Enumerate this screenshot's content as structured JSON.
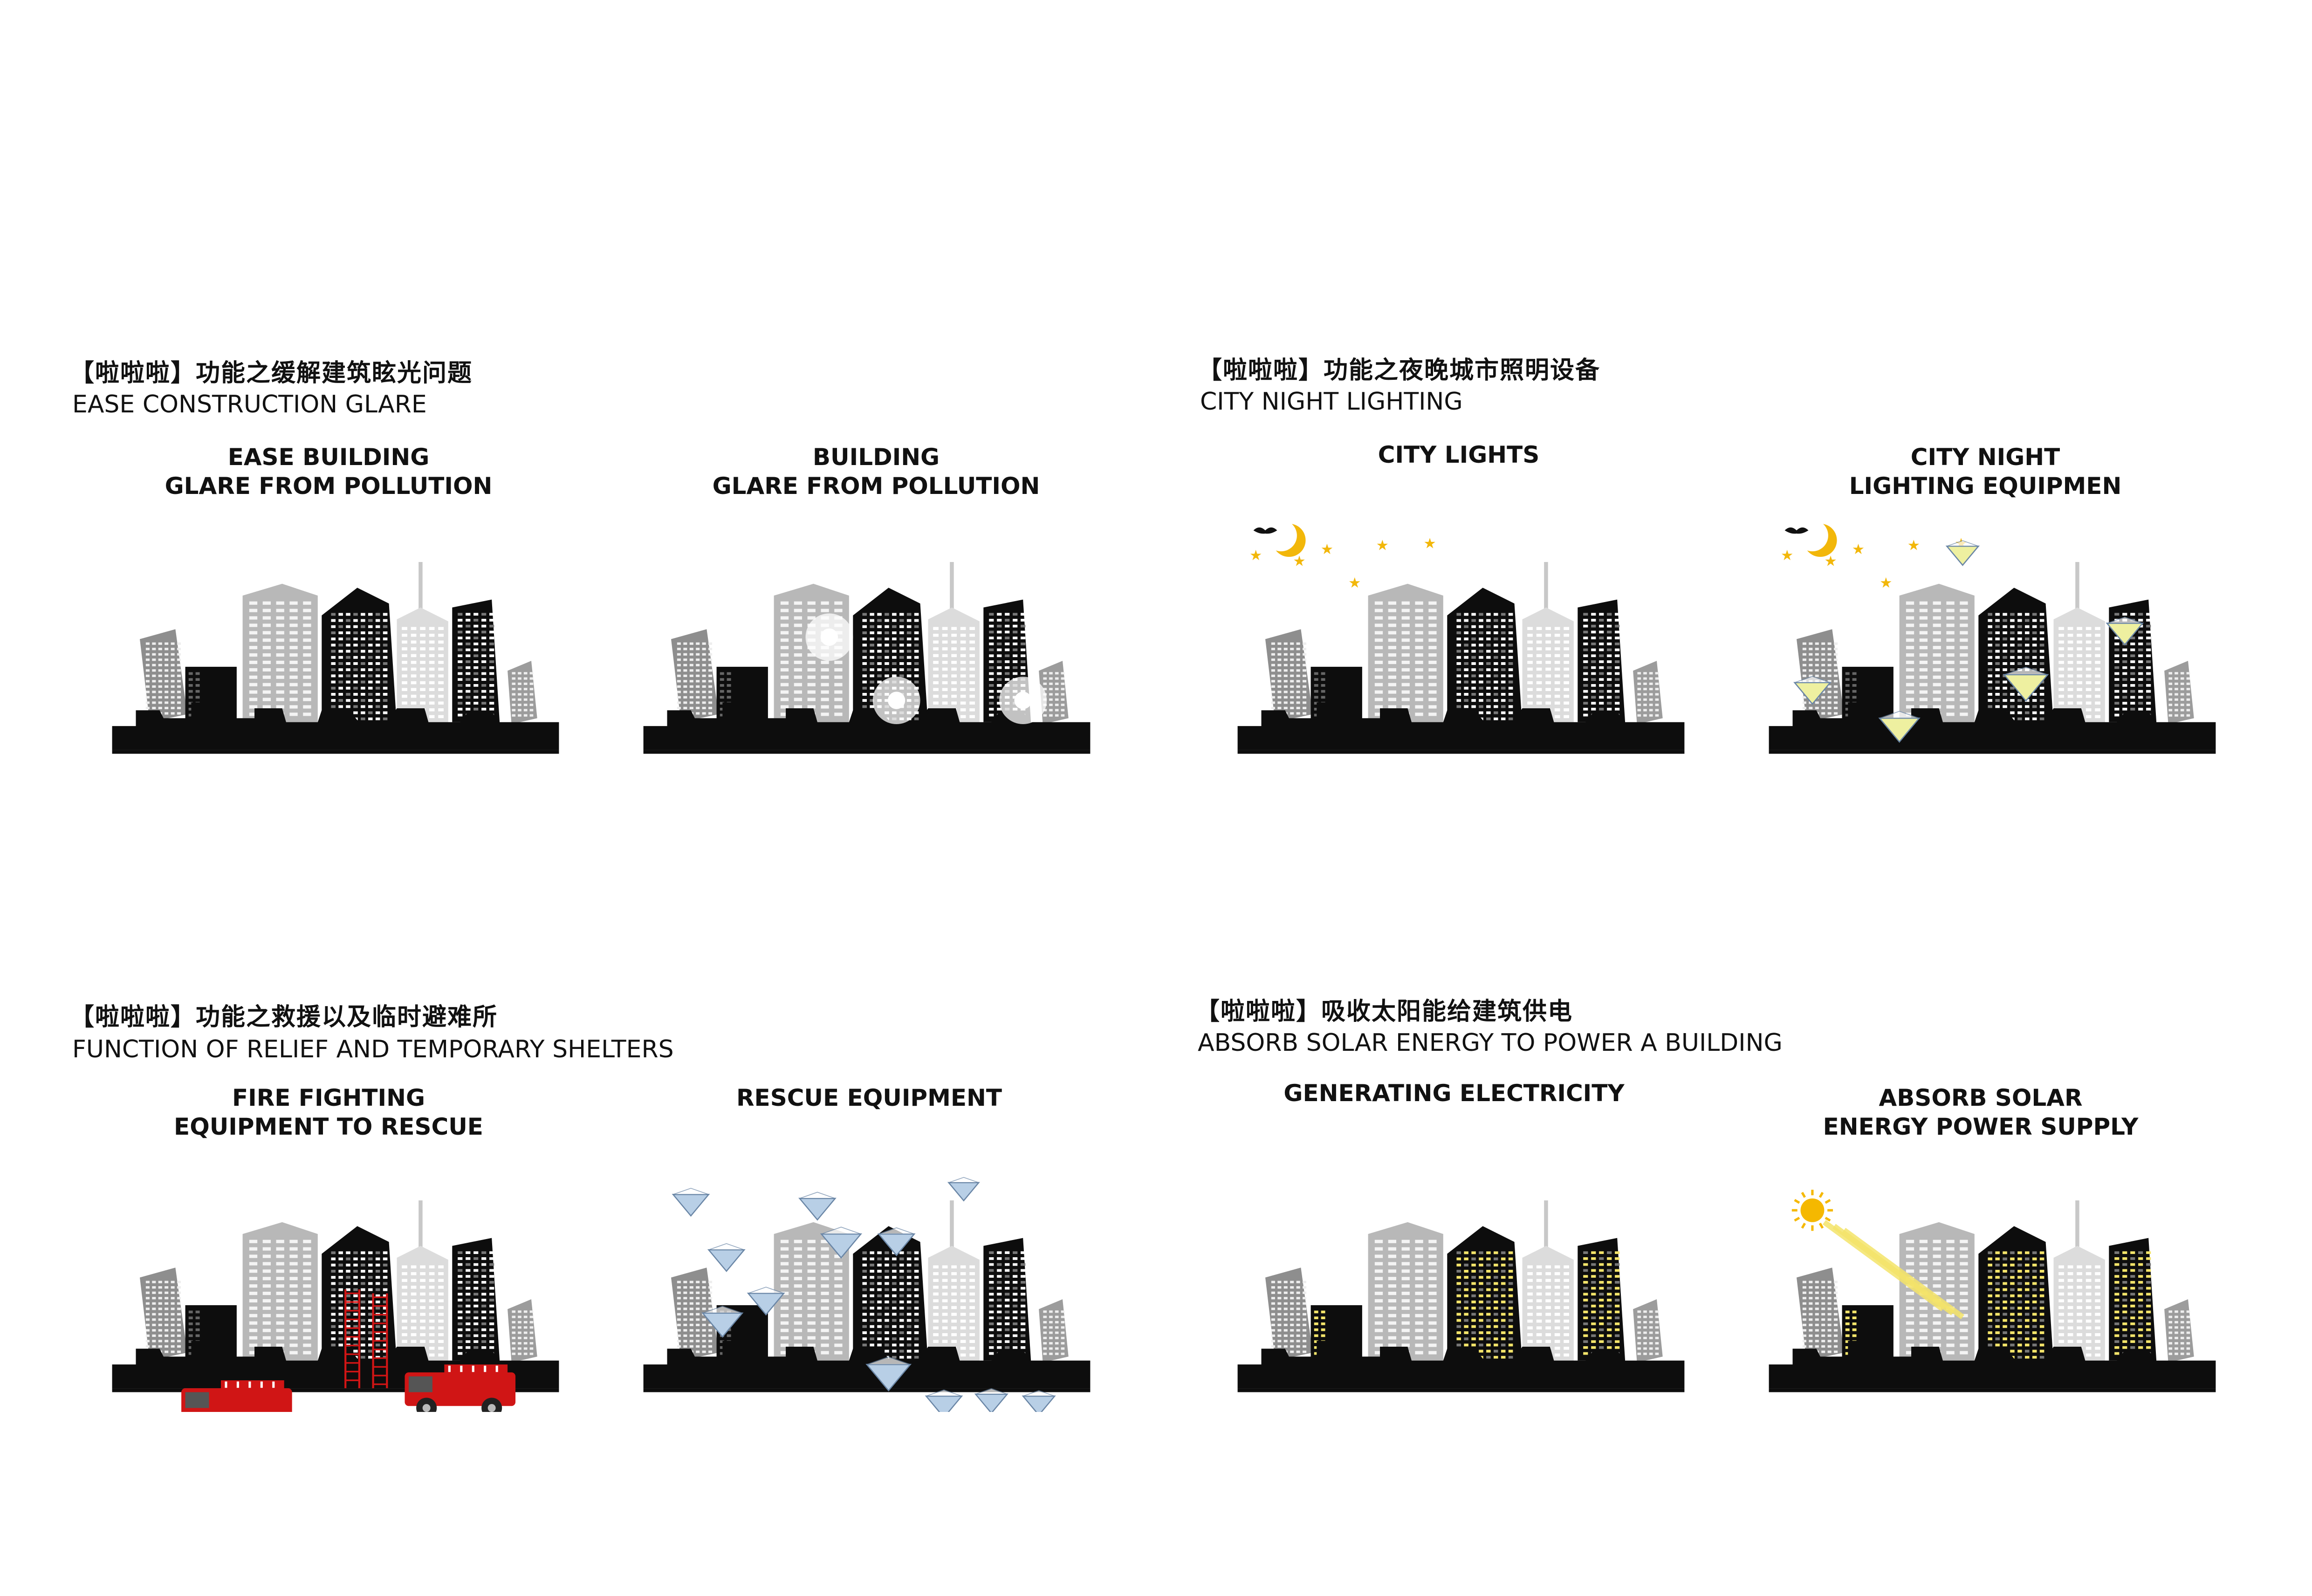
{
  "sections": {
    "glare": {
      "title_cn": "【啦啦啦】功能之缓解建筑眩光问题",
      "title_en": "EASE CONSTRUCTION GLARE",
      "left_caption": [
        "EASE BUILDING",
        "GLARE FROM POLLUTION"
      ],
      "right_caption": [
        "BUILDING",
        "GLARE FROM POLLUTION"
      ]
    },
    "night": {
      "title_cn": "【啦啦啦】功能之夜晚城市照明设备",
      "title_en": "CITY NIGHT LIGHTING",
      "left_caption": [
        "CITY LIGHTS"
      ],
      "right_caption": [
        "CITY NIGHT",
        "LIGHTING EQUIPMEN"
      ]
    },
    "relief": {
      "title_cn": "【啦啦啦】功能之救援以及临时避难所",
      "title_en": "FUNCTION OF RELIEF AND TEMPORARY SHELTERS",
      "left_caption": [
        "FIRE FIGHTING",
        "EQUIPMENT TO RESCUE"
      ],
      "right_caption": [
        "RESCUE EQUIPMENT"
      ]
    },
    "solar": {
      "title_cn": "【啦啦啦】吸收太阳能给建筑供电",
      "title_en": "ABSORB SOLAR ENERGY TO POWER A BUILDING",
      "left_caption": [
        "GENERATING ELECTRICITY"
      ],
      "right_caption": [
        "ABSORB SOLAR",
        "ENERGY POWER SUPPLY"
      ]
    }
  },
  "colors": {
    "building_black": "#0d0d0d",
    "building_gray": "#9a9a9a",
    "window_light": "#ffffff",
    "window_yellow": "#f4e46a",
    "moon_star": "#f2b70a",
    "fire_truck_red": "#d01515",
    "pyramid_glass": "#b8cfe6",
    "pyramid_yellow": "#eef0a0",
    "sun": "#f5b800"
  }
}
